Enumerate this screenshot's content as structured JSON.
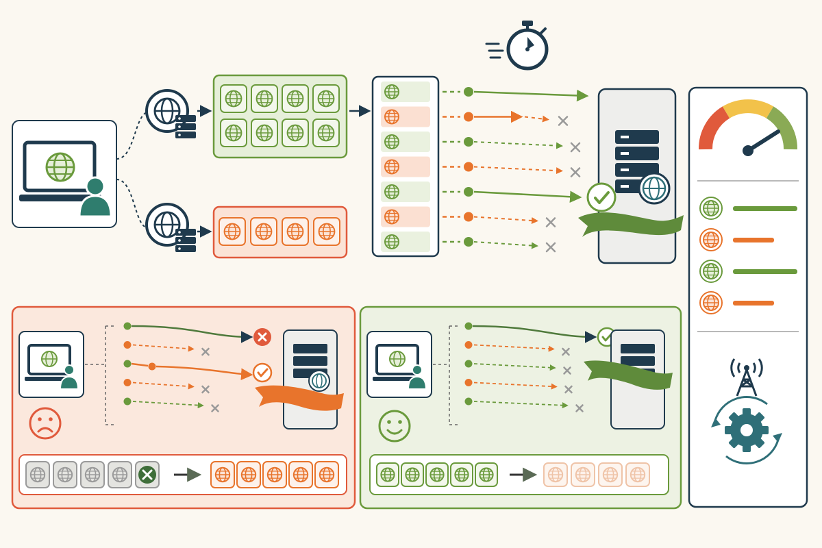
{
  "colors": {
    "background": "#fbf8f1",
    "ink": "#1f3a4d",
    "green": "#6a9a3c",
    "green_fill": "#e6efd9",
    "orange": "#e8742c",
    "red": "#e05a3c",
    "orange_fill": "#fbe3d6",
    "teal": "#2f6f78",
    "gray": "#a8a8a8",
    "yellow": "#f2c24a"
  },
  "icons": {
    "client": "laptop-with-globe-and-user-icon",
    "resolver": "globe-with-server-icon",
    "timer": "stopwatch-icon",
    "server": "server-rack-icon",
    "meter": "speed-gauge-icon",
    "tower": "radio-tower-icon",
    "gear": "gear-with-cycle-arrows-icon",
    "sad": "sad-face-icon",
    "happy": "happy-face-icon"
  },
  "top_flow": {
    "green_batch_globes": 8,
    "orange_batch_globes": 4,
    "queue_rows": [
      "green",
      "orange",
      "green",
      "orange",
      "green",
      "orange",
      "green"
    ],
    "accepted_rows": [
      0,
      4
    ]
  },
  "legend_rows": [
    "green",
    "orange",
    "green",
    "orange"
  ],
  "bad_panel": {
    "requests": [
      "green",
      "orange",
      "green",
      "orange",
      "green"
    ],
    "outcome": "rejected-first-accepted-late",
    "before_strip": [
      "gray",
      "gray",
      "gray",
      "gray",
      "error"
    ],
    "after_strip": [
      "orange",
      "orange",
      "orange",
      "orange",
      "orange"
    ]
  },
  "good_panel": {
    "requests": [
      "green",
      "orange",
      "green",
      "orange",
      "green"
    ],
    "outcome": "accepted-first",
    "before_strip": [
      "green",
      "green",
      "green",
      "green",
      "green"
    ],
    "after_strip": [
      "faded",
      "faded",
      "faded",
      "faded"
    ]
  }
}
